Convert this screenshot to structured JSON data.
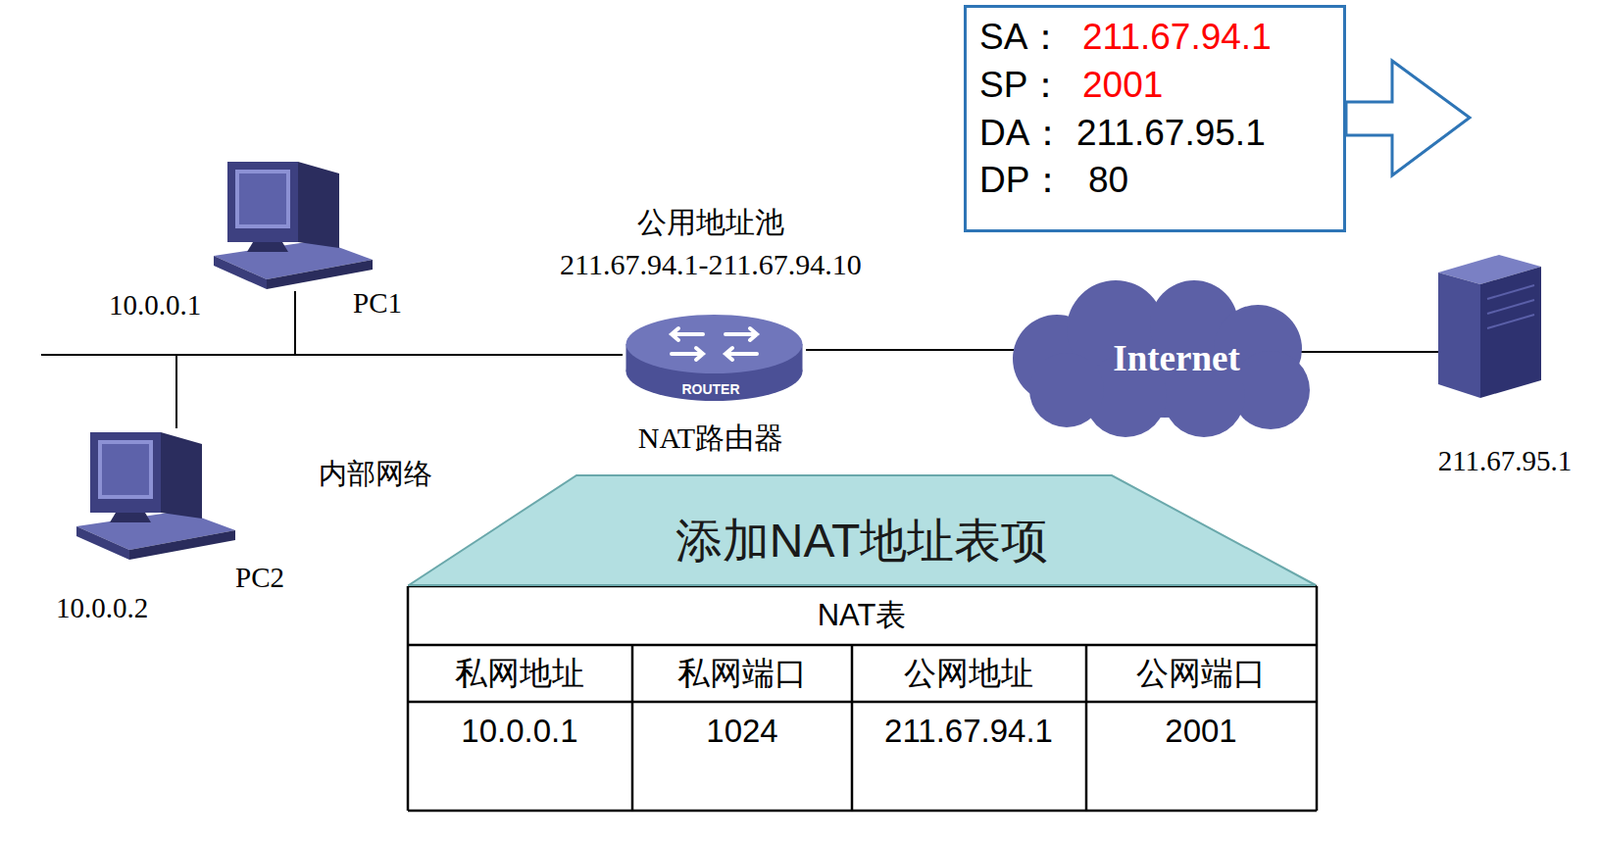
{
  "diagram": {
    "nodes": [
      {
        "text": [
          "SA：",
          "211.67.94.1",
          "SP：",
          "2001",
          "DA：",
          "211.67.95.1",
          "DP：",
          "80"
        ]
      },
      {
        "text": [
          "10.0.0.1",
          "PC1"
        ]
      },
      {
        "text": [
          "ROUTER",
          "NAT路由器"
        ]
      },
      {
        "text": [
          "Internet"
        ]
      },
      {
        "text": [
          "211.67.95.1"
        ]
      },
      {
        "text": [
          "10.0.0.2",
          "PC2"
        ]
      },
      {
        "text": [
          "添加NAT地址表项"
        ]
      }
    ],
    "edges": [
      {
        "from": 1,
        "to": 2,
        "arrow": "none"
      },
      {
        "from": 5,
        "to": 2,
        "arrow": "none"
      },
      {
        "from": 2,
        "to": 3,
        "arrow": "none"
      },
      {
        "from": 3,
        "to": 4,
        "arrow": "none"
      }
    ],
    "labels": [
      "公用地址池",
      "211.67.94.1-211.67.94.10",
      "内部网络",
      "NAT表",
      "私网地址",
      "私网端口",
      "公网地址",
      "公网端口",
      "10.0.0.1",
      "1024",
      "211.67.94.1",
      "2001"
    ]
  }
}
